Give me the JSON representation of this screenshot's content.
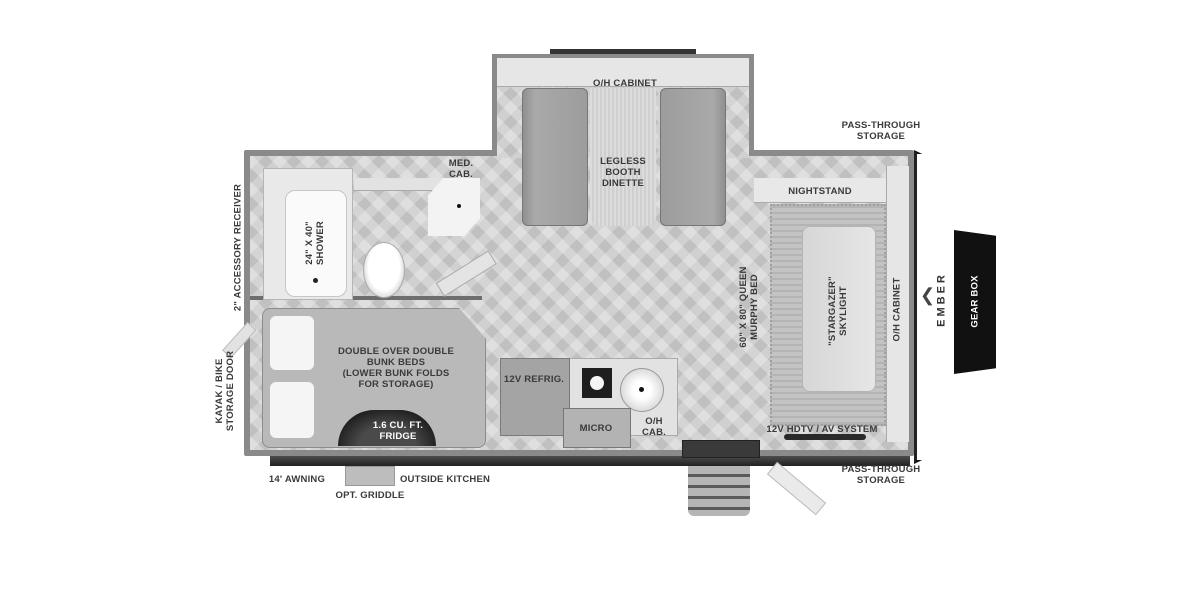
{
  "floorplan": {
    "brand": "EMBER",
    "labels": {
      "oh_cabinet_top": "O/H CABINET",
      "dinette": [
        "LEGLESS",
        "BOOTH",
        "DINETTE"
      ],
      "med_cab": [
        "MED.",
        "CAB."
      ],
      "shower": [
        "24\" X 40\"",
        "SHOWER"
      ],
      "accessory_receiver": "2\" ACCESSORY RECEIVER",
      "kayak_door": [
        "KAYAK / BIKE",
        "STORAGE DOOR"
      ],
      "bunks": [
        "DOUBLE OVER DOUBLE",
        "BUNK BEDS",
        "(LOWER BUNK FOLDS",
        "FOR STORAGE)"
      ],
      "fridge_small": [
        "1.6 CU. FT.",
        "FRIDGE"
      ],
      "awning": "14' AWNING",
      "outside_kitchen": "OUTSIDE KITCHEN",
      "griddle": "OPT. GRIDDLE",
      "refrig": "12V REFRIG.",
      "micro": "MICRO",
      "oh_cab_kitchen": [
        "O/H",
        "CAB."
      ],
      "murphy_bed": [
        "60\" X 80\" QUEEN",
        "MURPHY BED"
      ],
      "nightstand": "NIGHTSTAND",
      "skylight": [
        "\"STARGAZER\"",
        "SKYLIGHT"
      ],
      "oh_cabinet_right": "O/H CABINET",
      "hdtv": "12V HDTV / AV SYSTEM",
      "pass_through_top": [
        "PASS-THROUGH",
        "STORAGE"
      ],
      "pass_through_bottom": [
        "PASS-THROUGH",
        "STORAGE"
      ],
      "gear_box": "GEAR BOX"
    },
    "colors": {
      "wall": "#6e6e6e",
      "floor_light": "#d4d4d4",
      "floor_dark": "#c0c0c0",
      "gear_box": "#111111",
      "text": "#3a3a3a"
    }
  }
}
